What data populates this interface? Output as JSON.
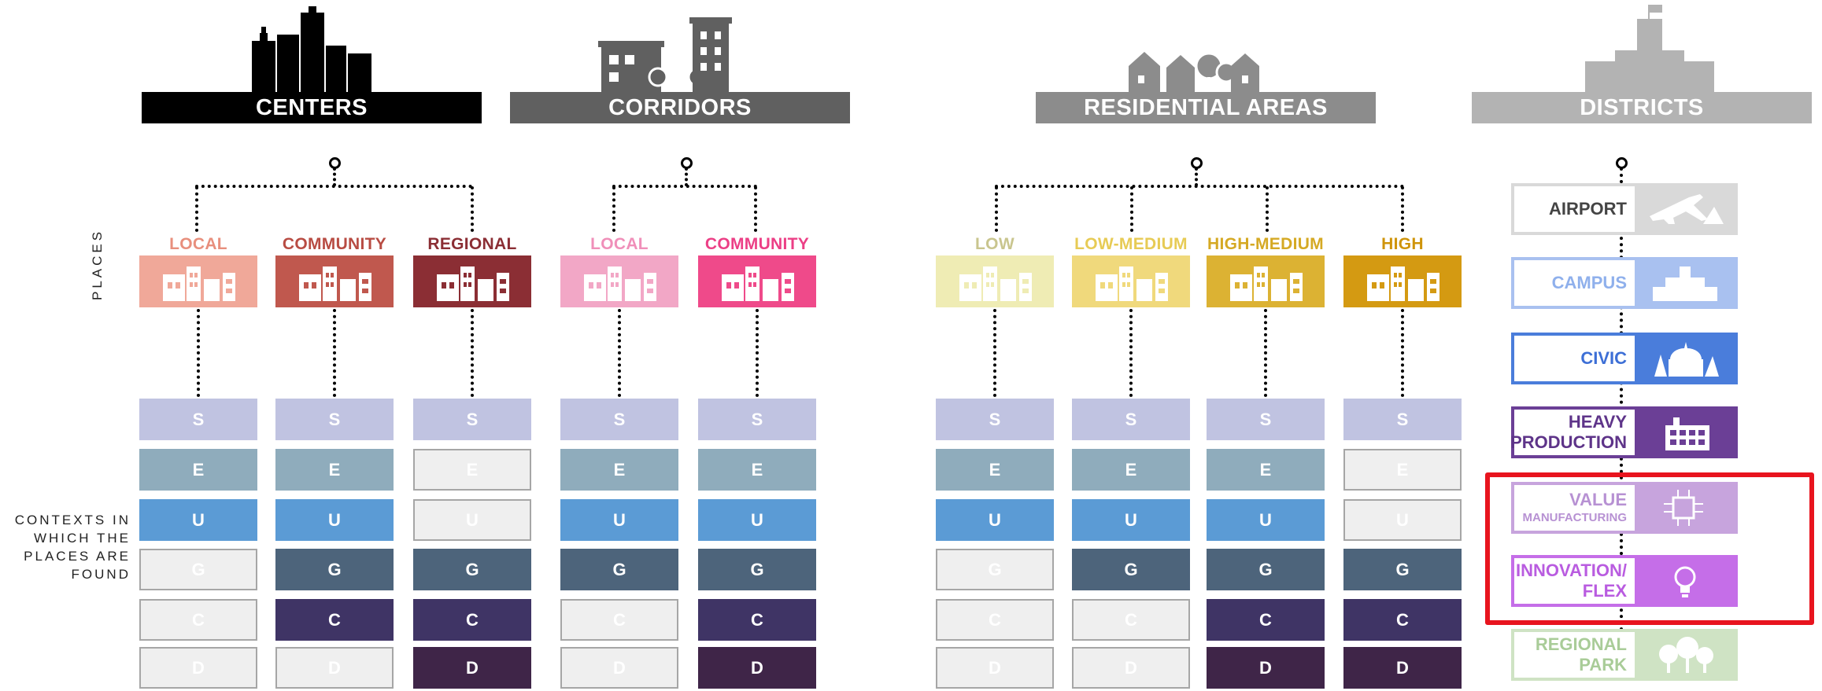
{
  "categories": {
    "centers": "CENTERS",
    "corridors": "CORRIDORS",
    "residential": "RESIDENTIAL AREAS",
    "districts": "DISTRICTS"
  },
  "side_titles": {
    "places": "PLACES",
    "contexts": [
      "CONTEXTS IN",
      "WHICH THE",
      "PLACES ARE",
      "FOUND"
    ]
  },
  "places": [
    {
      "label": "LOCAL",
      "color": "#f0a899",
      "label_color": "#e88f7d"
    },
    {
      "label": "COMMUNITY",
      "color": "#c0584e",
      "label_color": "#b84c43"
    },
    {
      "label": "REGIONAL",
      "color": "#8b2e34",
      "label_color": "#8b2e34"
    },
    {
      "label": "LOCAL",
      "color": "#f2a7c6",
      "label_color": "#f08fb9"
    },
    {
      "label": "COMMUNITY",
      "color": "#ef4a8a",
      "label_color": "#ec3f86"
    },
    {
      "label": "LOW",
      "color": "#efecb4",
      "label_color": "#c9c58e"
    },
    {
      "label": "LOW-MEDIUM",
      "color": "#f0d97c",
      "label_color": "#e7cb55"
    },
    {
      "label": "HIGH-MEDIUM",
      "color": "#dcb233",
      "label_color": "#d5a924"
    },
    {
      "label": "HIGH",
      "color": "#d49a12",
      "label_color": "#cf940a"
    }
  ],
  "contexts": {
    "letters": [
      "S",
      "E",
      "U",
      "G",
      "C",
      "D"
    ],
    "colors": [
      "#c0c3e1",
      "#8facbc",
      "#5b9bd5",
      "#4d647b",
      "#3f3465",
      "#3f2548"
    ],
    "matrix": [
      [
        1,
        1,
        1,
        0,
        0,
        0
      ],
      [
        1,
        1,
        1,
        1,
        1,
        0
      ],
      [
        1,
        0,
        0,
        1,
        1,
        1
      ],
      [
        1,
        1,
        1,
        1,
        0,
        0
      ],
      [
        1,
        1,
        1,
        1,
        1,
        1
      ],
      [
        1,
        1,
        1,
        0,
        0,
        0
      ],
      [
        1,
        1,
        1,
        1,
        0,
        0
      ],
      [
        1,
        1,
        1,
        1,
        1,
        1
      ],
      [
        1,
        0,
        0,
        1,
        1,
        1
      ]
    ]
  },
  "districts": [
    {
      "label": "AIRPORT",
      "sub": "",
      "color": "#d9d9d9",
      "text_color": "#444444",
      "icon": "airplane-icon"
    },
    {
      "label": "CAMPUS",
      "sub": "",
      "color": "#a9c1f0",
      "text_color": "#8fb0ec",
      "icon": "campus-building-icon"
    },
    {
      "label": "CIVIC",
      "sub": "",
      "color": "#4a7ddb",
      "text_color": "#3d6fd6",
      "icon": "capitol-dome-icon"
    },
    {
      "label": "HEAVY",
      "sub": "PRODUCTION",
      "color": "#6b3f96",
      "text_color": "#5e3489",
      "icon": "factory-icon"
    },
    {
      "label": "VALUE",
      "sub": "MANUFACTURING",
      "color": "#c7a4dd",
      "text_color": "#b791d3",
      "icon": "microchip-icon"
    },
    {
      "label": "INNOVATION/",
      "sub": "FLEX",
      "color": "#c56ee8",
      "text_color": "#b95ce0",
      "icon": "lightbulb-icon"
    },
    {
      "label": "REGIONAL",
      "sub": "PARK",
      "color": "#cfe3c4",
      "text_color": "#a9cc98",
      "icon": "trees-icon"
    }
  ]
}
